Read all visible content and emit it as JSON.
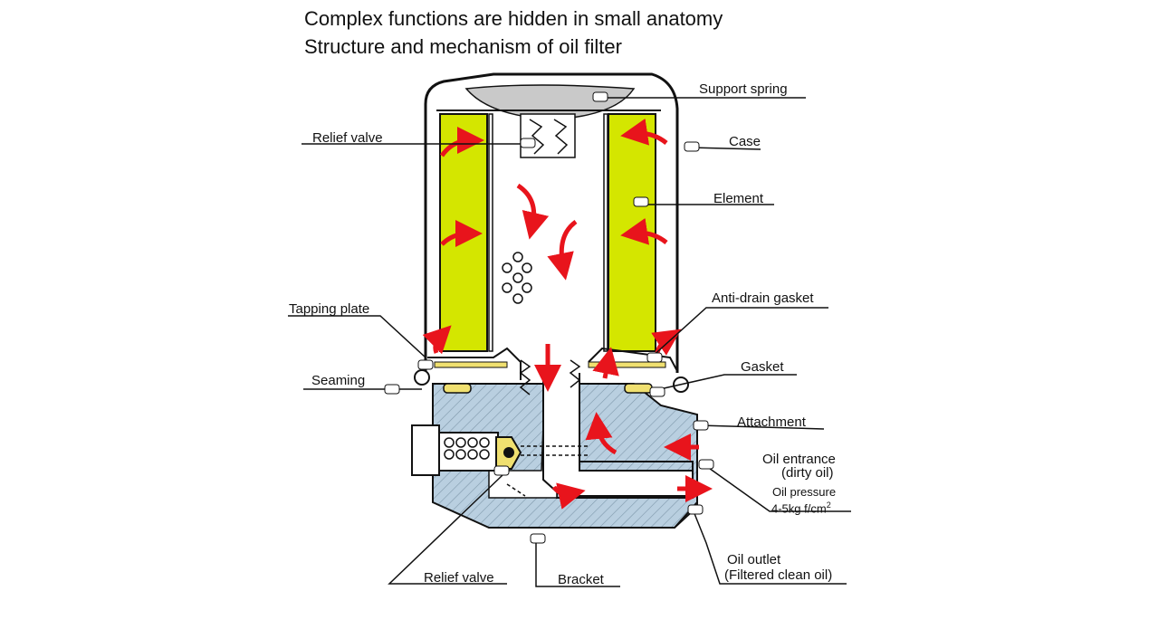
{
  "title": {
    "line1": "Complex functions are hidden in small anatomy",
    "line2": "Structure and mechanism of oil filter"
  },
  "labels": {
    "support_spring": "Support spring",
    "relief_valve_top": "Relief valve",
    "case": "Case",
    "element": "Element",
    "tapping_plate": "Tapping plate",
    "anti_drain_gasket": "Anti-drain gasket",
    "seaming": "Seaming",
    "gasket": "Gasket",
    "attachment": "Attachment",
    "oil_entrance_1": "Oil entrance",
    "oil_entrance_2": "(dirty oil)",
    "oil_pressure_1": "Oil pressure",
    "oil_pressure_2": "4-5kg f/cm",
    "oil_pressure_sup": "2",
    "oil_outlet_1": "Oil outlet",
    "oil_outlet_2": "(Filtered clean oil)",
    "relief_valve_bottom": "Relief valve",
    "bracket": "Bracket"
  },
  "colors": {
    "element": "#d4e600",
    "bracket": "#b9cfe0",
    "flow_arrow": "#e8141c",
    "outline": "#111111"
  }
}
